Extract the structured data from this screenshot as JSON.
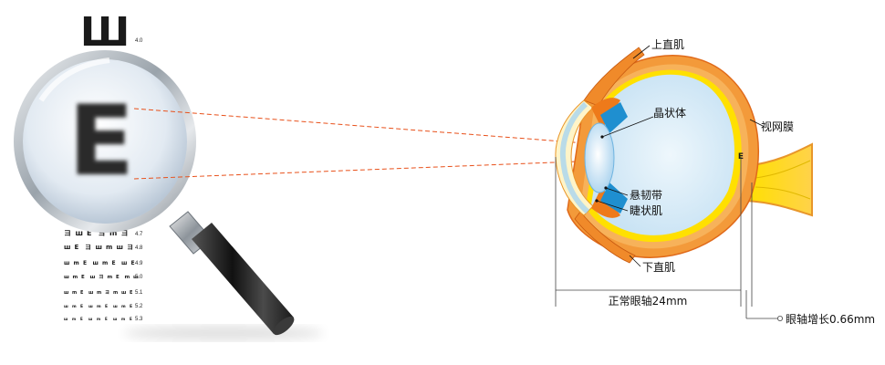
{
  "colors": {
    "chart_black": "#1a1a1a",
    "dashed_ray": "#e8501a",
    "sclera_orange": "#f39a3a",
    "retina_yellow": "#ffe000",
    "vitreous_blue": "#d6ecf8",
    "lens_blue": "#b9dcf2",
    "suspensory_blue": "#1f8fd0",
    "magnifier_rim": "#b8bfc6",
    "handle_dark": "#2a2a2a"
  },
  "eye_chart": {
    "top_letter": "Ш",
    "magnified_letter": "E",
    "rows": [
      {
        "acuity": "4.0",
        "letters": [
          "ш"
        ]
      },
      {
        "acuity": "4.7",
        "letters": [
          "ヨ",
          "ш",
          "E",
          "ヨ",
          "m",
          "ヨ"
        ]
      },
      {
        "acuity": "4.8",
        "letters": [
          "ш",
          "E",
          "ヨ",
          "ш",
          "m",
          "ш",
          "ヨ"
        ]
      },
      {
        "acuity": "4.9",
        "letters": [
          "ш",
          "m",
          "E",
          "ш",
          "m",
          "E",
          "ш",
          "E"
        ]
      },
      {
        "acuity": "5.0",
        "letters": [
          "ш",
          "m",
          "E",
          "ш",
          "ヨ",
          "m",
          "E",
          "m",
          "ш"
        ]
      },
      {
        "acuity": "5.1",
        "letters": [
          "ш",
          "m",
          "E",
          "ш",
          "m",
          "ヨ",
          "m",
          "ш",
          "E"
        ]
      },
      {
        "acuity": "5.2",
        "letters": [
          "ш",
          "m",
          "E",
          "ш",
          "m",
          "E",
          "ш",
          "m",
          "E"
        ]
      },
      {
        "acuity": "5.3",
        "letters": [
          "ш",
          "m",
          "E",
          "ш",
          "m",
          "E",
          "ш",
          "m",
          "E"
        ]
      }
    ]
  },
  "eye_labels": {
    "superior_rectus": "上直肌",
    "lens": "晶状体",
    "retina": "视网膜",
    "zonule": "悬韧带",
    "ciliary_muscle": "睫状肌",
    "inferior_rectus": "下直肌",
    "retina_image": "E"
  },
  "measurements": {
    "normal_axis": "正常眼轴24mm",
    "axis_increase": "眼轴增长0.66mm"
  }
}
